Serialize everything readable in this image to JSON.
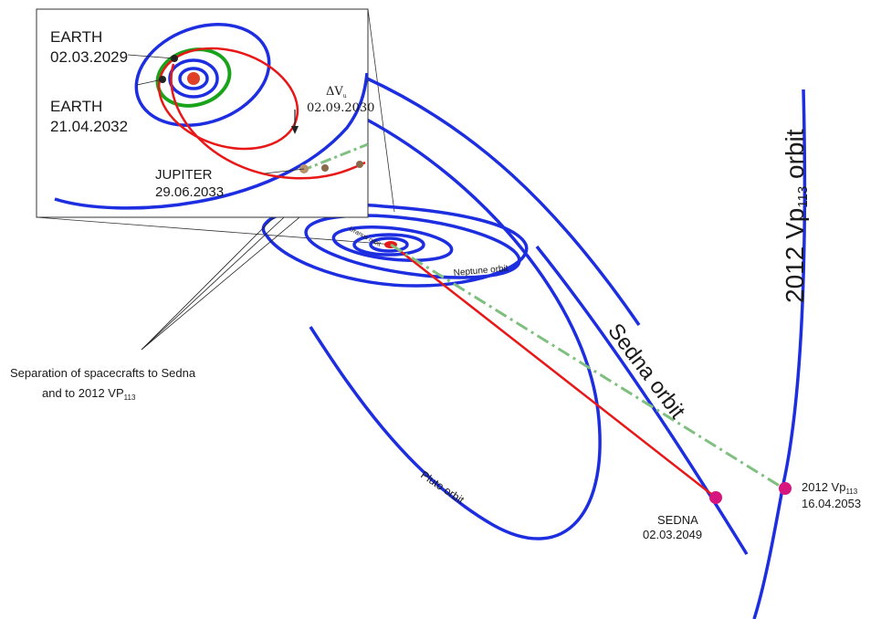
{
  "labels": {
    "earth_1_name": "EARTH",
    "earth_1_date": "02.03.2029",
    "earth_2_name": "EARTH",
    "earth_2_date": "21.04.2032",
    "delta_v": "ΔV",
    "delta_v_sub": "u",
    "delta_v_date": "02.09.2030",
    "jupiter_name": "JUPITER",
    "jupiter_date": "29.06.2033",
    "neptune_orbit": "Neptune orbit",
    "uranus_orbit": "Uranus orbit",
    "pluto_orbit": "Pluto orbit",
    "sedna_orbit": "Sedna orbit",
    "vp_orbit_pre": "2012 Vp",
    "vp_orbit_sub": "113",
    "vp_orbit_post": " orbit",
    "separation_line1": "Separation of spacecrafts to Sedna",
    "separation_line2_pre": "and to 2012 VP",
    "separation_line2_sub": "113",
    "sedna_name": "SEDNA",
    "sedna_date": "02.03.2049",
    "vp_name_pre": "2012 Vp",
    "vp_name_sub": "113",
    "vp_date": "16.04.2053"
  },
  "colors": {
    "orbit": "#1d2ee0",
    "trajectory_sedna": "#e81818",
    "trajectory_vp113": "#7fbf7f",
    "earth_orbit": "#19a31b",
    "target_marker": "#d6157e",
    "sun": "#e0402a"
  }
}
